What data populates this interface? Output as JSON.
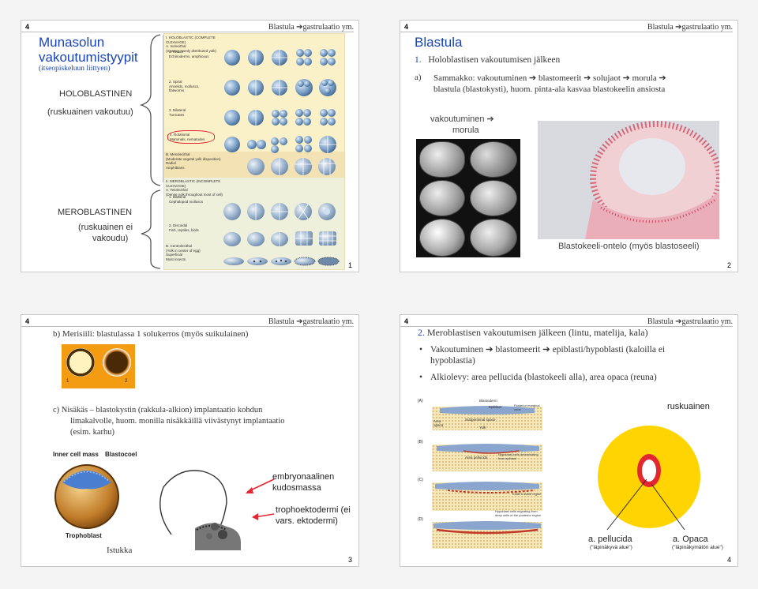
{
  "header_tag": "Blastula ➔gastrulaatio ym.",
  "slides": {
    "s1": {
      "number": "4",
      "title": "Munasolun vakoutumistyypit",
      "subtitle": "(itseopiskeluun liittyen)",
      "holo_label": "HOLOBLASTINEN",
      "holo_sub": "(ruskuainen vakoutuu)",
      "mero_label": "MEROBLASTINEN",
      "mero_sub_1": "(ruskuainen ei",
      "mero_sub_2": "vakoudu)",
      "chart_sections": {
        "holo_head": "I. HOLOBLASTIC (COMPLETE CLEAVAGE)",
        "a": "A. Isolecithal",
        "a_sub": "(Sparse, evenly distributed yolk)",
        "a1": "1. Radial",
        "a1_sub": "Echinoderms, amphioxus",
        "a2": "2. Spiral",
        "a2_sub": "Annelids, molluscs, flatworms",
        "a3": "3. Bilateral",
        "a3_sub": "Tunicates",
        "a4": "4. Rotational",
        "a4_sub": "Mammals, nematodes",
        "b": "B. Mesolecithal",
        "b_sub": "(Moderate vegetal yolk disposition)",
        "b1": "Radial",
        "b1_sub": "Amphibians",
        "mero_head": "II. MEROBLASTIC (INCOMPLETE CLEAVAGE)",
        "c": "A. Telolecithal",
        "c_sub": "(Dense yolk throughout most of cell)",
        "c1": "1. Bilateral",
        "c1_sub": "Cephalopod molluscs",
        "c2": "2. Discoidal",
        "c2_sub": "Fish, reptiles, birds",
        "d": "B. Centrolecithal",
        "d_sub": "(Yolk in center of egg)",
        "d1": "Superficial",
        "d1_sub": "Most insects"
      },
      "page": "1"
    },
    "s2": {
      "number": "4",
      "title": "Blastula",
      "item1_num": "1.",
      "item1": "Holoblastisen vakoutumisen jälkeen",
      "a_marker": "a)",
      "a_text_1": "Sammakko: vakoutuminen ➔ blastomeerit ➔ solujaot ➔ morula ➔",
      "a_text_2": "blastula (blastokysti), huom. pinta-ala kasvaa blastokeelin ansiosta",
      "caption_1": "vakoutuminen ➔",
      "caption_2": "morula",
      "caption_3": "Blastokeeli-ontelo (myös blastoseeli)",
      "page": "2"
    },
    "s3": {
      "number": "4",
      "b_text": "b)   Merisiili: blastulassa 1 solukerros (myös suikulainen)",
      "img_label_1": "1",
      "img_label_2": "2",
      "c_text_1": "c)   Nisäkäs – blastokystin (rakkula-alkion) implantaatio kohdun",
      "c_text_2": "limakalvolle, huom. monilla nisäkkäillä viivästynyt implantaatio",
      "c_text_3": "(esim. karhu)",
      "inner_cell_mass": "Inner cell mass",
      "blastocoel": "Blastocoel",
      "trophoblast": "Trophoblast",
      "istukka": "Istukka",
      "embryo_1": "embryonaalinen",
      "embryo_2": "kudosmassa",
      "tropho_1": "trophoektodermi (ei",
      "tropho_2": "vars. ektodermi)",
      "page": "3"
    },
    "s4": {
      "number": "4",
      "item_num": "2.",
      "item_title": "Meroblastisen vakoutumisen jälkeen (lintu, matelija, kala)",
      "bullet1_1": "Vakoutuminen ➔ blastomeerit ➔ epiblasti/hypoblasti (kaloilla ei",
      "bullet1_2": "hypoblastia)",
      "bullet2": "Alkiolevy: area pellucida (blastokeeli alla), area opaca (reuna)",
      "ruskuainen": "ruskuainen",
      "pellucida": "a. pellucida",
      "pellucida_sub": "(\"läpinäkyvä alue\")",
      "opaca": "a. Opaca",
      "opaca_sub": "(\"läpinäkymätön alue\")",
      "diagram_labels": {
        "A": "(A)",
        "B": "(B)",
        "C": "(C)",
        "D": "(D)",
        "blastoderm": "Blastoderm",
        "epiblast": "Epiblast",
        "posterior_marginal": "Posterior marginal zone",
        "area_opaca": "Area opaca",
        "subgerminal": "Subgerminal space",
        "yolk": "Yolk",
        "hypoblast_cells": "Hypoblast cells delaminating from epiblast",
        "area_pellucida": "Area pellucida",
        "kollers": "Koller's sickle region",
        "hypoblast_migration": "Hypoblast cells migrating from deep cells of the posterior region"
      },
      "page": "4"
    }
  },
  "colors": {
    "title_blue": "#1a44b5",
    "yolk_yellow": "#ffd400",
    "yolk_orange": "#f39c12",
    "red_ring": "#e3262f"
  }
}
